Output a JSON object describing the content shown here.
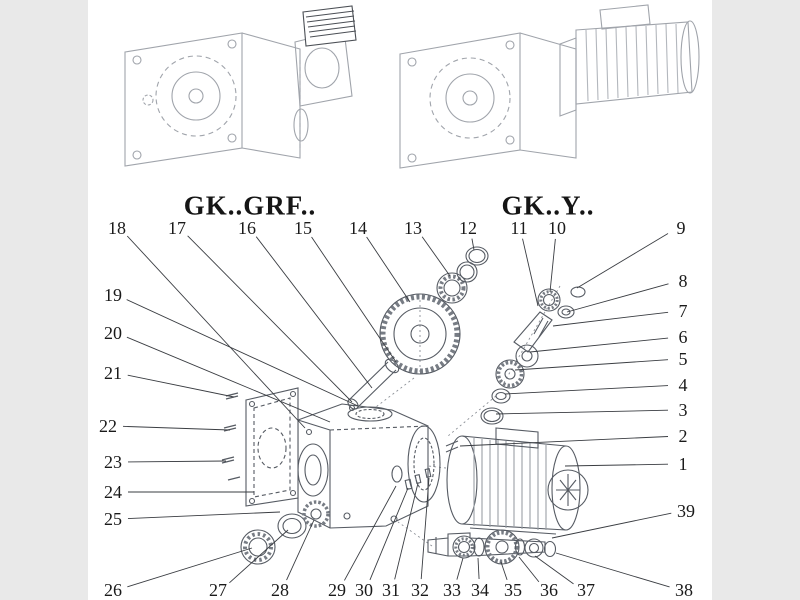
{
  "variant_labels": {
    "left": "GK..GRF..",
    "right": "GK..Y.."
  },
  "callouts": [
    {
      "label": "18"
    },
    {
      "label": "17"
    },
    {
      "label": "16"
    },
    {
      "label": "15"
    },
    {
      "label": "14"
    },
    {
      "label": "13"
    },
    {
      "label": "12"
    },
    {
      "label": "11"
    },
    {
      "label": "10"
    },
    {
      "label": "9"
    },
    {
      "label": "8"
    },
    {
      "label": "7"
    },
    {
      "label": "6"
    },
    {
      "label": "5"
    },
    {
      "label": "4"
    },
    {
      "label": "3"
    },
    {
      "label": "2"
    },
    {
      "label": "1"
    },
    {
      "label": "39"
    },
    {
      "label": "19"
    },
    {
      "label": "20"
    },
    {
      "label": "21"
    },
    {
      "label": "22"
    },
    {
      "label": "23"
    },
    {
      "label": "24"
    },
    {
      "label": "25"
    },
    {
      "label": "26"
    },
    {
      "label": "27"
    },
    {
      "label": "28"
    },
    {
      "label": "29"
    },
    {
      "label": "30"
    },
    {
      "label": "31"
    },
    {
      "label": "32"
    },
    {
      "label": "33"
    },
    {
      "label": "34"
    },
    {
      "label": "35"
    },
    {
      "label": "36"
    },
    {
      "label": "37"
    },
    {
      "label": "38"
    }
  ],
  "colors": {
    "background": "#ffffff",
    "margin_bars": "#e9e9e9",
    "drawing_line": "#565b63",
    "light_line": "#a0a4ab",
    "text": "#1a1a1a"
  }
}
